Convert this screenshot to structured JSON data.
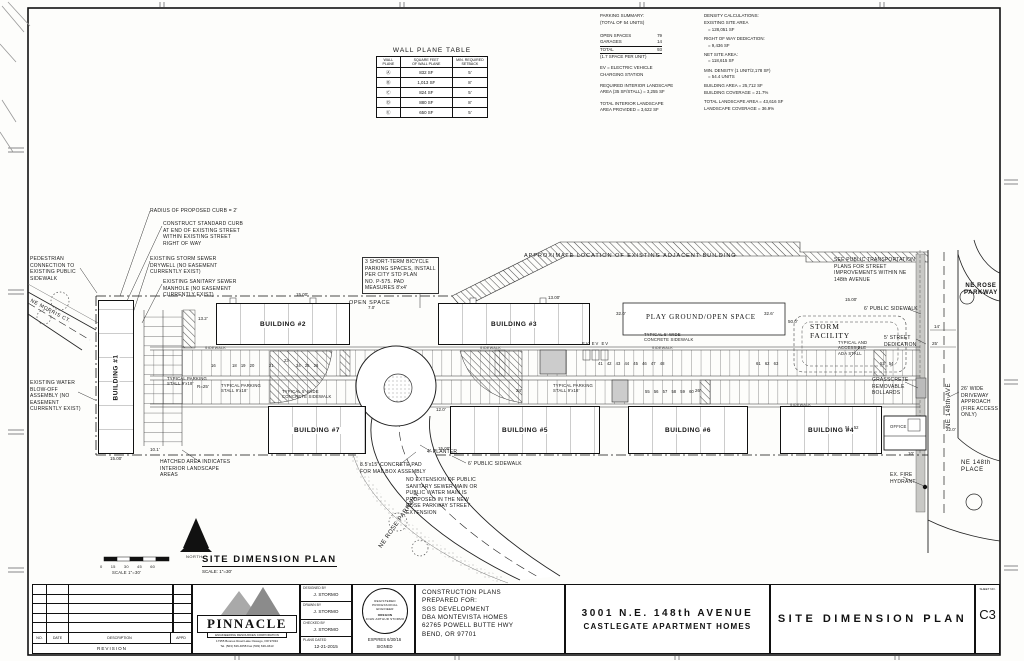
{
  "sheet": {
    "sheet_no_label": "SHEET NO.",
    "sheet_no": "C3"
  },
  "wall_table": {
    "title": "WALL PLANE TABLE",
    "col1": "WALL\nPLANE",
    "col2": "SQUARE FEET\nOF WALL PLANE",
    "col3": "MIN. REQUIRED\nSETBACK",
    "rows": [
      [
        "Ⓐ",
        "832 SF",
        "5'"
      ],
      [
        "Ⓑ",
        "1,013 SF",
        "8'"
      ],
      [
        "Ⓒ",
        "824 SF",
        "5'"
      ],
      [
        "Ⓓ",
        "880 SF",
        "8'"
      ],
      [
        "Ⓔ",
        "650 SF",
        "5'"
      ]
    ]
  },
  "parking": {
    "title": "PARKING SUMMARY:",
    "subtitle": "(TOTAL OF 54 UNITS)",
    "rows": [
      [
        "OPEN SPACES",
        "79"
      ],
      [
        "GARAGES",
        "14"
      ],
      [
        "TOTAL",
        "93"
      ]
    ],
    "per_unit": "(1.7 SPACE PER UNIT)",
    "ev": "EV = ELECTRIC VEHICLE\nCHARGING STATION",
    "required": "REQUIRED INTERIOR LANDSCAPE\nAREA (35 SF/STALL) = 3,255 SF",
    "provided": "TOTAL INTERIOR LANDSCAPE\nAREA PROVIDED = 3,622 SF"
  },
  "density": {
    "title": "DENSITY CALCULATIONS:",
    "lines": [
      "EXISTING SITE AREA",
      "= 128,051 SF",
      "RIGHT OF WAY DEDICATION:",
      "= 9,436 SF",
      "NET SITE AREA:",
      "= 118,615 SF",
      "MIN. DENSITY (1 UNIT/2,178 SF)",
      "= 54.4 UNITS",
      "BUILDING AREA = 25,712 SF",
      "BUILDING COVERAGE = 21.7%",
      "TOTAL LANDSCAPE AREA = 43,616 SF",
      "LANDSCAPE COVERAGE = 36.9%"
    ]
  },
  "plan": {
    "buildings": [
      "BUILDING #1",
      "BUILDING #2",
      "BUILDING #3",
      "BUILDING #7",
      "BUILDING #5",
      "BUILDING #6",
      "BUILDING #4"
    ],
    "areas": {
      "open_space": "OPEN SPACE",
      "playground": "PLAY GROUND/OPEN SPACE",
      "storm": "STORM\nFACILITY"
    },
    "streets": {
      "rose_ne": "NE ROSE\nPARKWAY",
      "ave148": "NE 148th AVE",
      "place148": "NE 148th\nPLACE",
      "rose_curve": "NE ROSE PARKWAY",
      "morris": "NE MORRIS CT."
    },
    "sidewalk": "SIDEWALK",
    "callouts": [
      "RADIUS OF PROPOSED CURB = 2'",
      "CONSTRUCT STANDARD CURB\nAT END OF EXISTING STREET\nWITHIN EXISTING STREET\nRIGHT OF WAY",
      "EXISTING STORM SEWER\nDRYWELL (NO EASEMENT\nCURRENTLY EXIST)",
      "EXISTING SANITARY SEWER\nMANHOLE (NO EASEMENT\nCURRENTLY EXIST)",
      "PEDESTRIAN\nCONNECTION TO\nEXISTING PUBLIC\nSIDEWALK",
      "EXISTING WATER\nBLOW-OFF\nASSEMBLY (NO\nEASEMENT\nCURRENTLY EXIST)",
      "3 SHORT-TERM BICYCLE\nPARKING SPACES, INSTALL\nPER CITY STD PLAN\nNO. P-575.  PAD\nMEASURES 8'x4'",
      "APPROXIMATE LOCATION OF EXISTING ADJACENT BUILDING",
      "SEE PUBLIC TRANSPORTATION\nPLANS FOR STREET\nIMPROVEMENTS WITHIN NE\n148th AVENUE",
      "6' PUBLIC SIDEWALK",
      "5' STREET\nDEDICATION",
      "26' WIDE\nDRIVEWAY\nAPPROACH\n(FIRE ACCESS\nONLY)",
      "GRASSCRETE\nREMOVABLE\nBOLLARDS",
      "EX. FIRE\nHYDRANT",
      "TYPICAL PARKING\nSTALL 9'x18'",
      "TYPICAL PARKING\nSTALL 9'x18'",
      "TYPICAL 5' WIDE\nCONCRETE SIDEWALK",
      "TYPICAL AND\nACCESSIBLE\nADA STALL",
      "8.5'x15' CONCRETE PAD\nFOR MAILBOX ASSEMBLY",
      "NO EXTENSION OF PUBLIC\nSANITARY SEWER MAIN OR\nPUBLIC WATER MAIN IS\nPROPOSED IN THE NEW\nROSE PARKWAY STREET\nEXTENSION",
      "HATCHED AREA INDICATES\nINTERIOR LANDSCAPE\nAREAS",
      "6' PUBLIC SIDEWALK",
      "4' PLANTER",
      "OFFICE",
      "EV EV EV",
      "TYPICAL PARKING\nSTALL 9'x18'",
      "TYPICAL 5' WIDE\nCONCRETE SIDEWALK"
    ],
    "dims": [
      "15.00'",
      "13.00'",
      "15.00'",
      "32.0'",
      "32.6'",
      "50.0'",
      "13.2'",
      "12.0'",
      "R=25'",
      "24'",
      "26'",
      "14'",
      "25'",
      "22.0'",
      "15.00'",
      "10.1'",
      "15.00'",
      "10'",
      "7.0'"
    ],
    "stalls": [
      "16",
      "18 19 20",
      "21",
      "23",
      "24 25 26",
      "41 42 43 44 45 46 47 48",
      "55 56 57 58 59 60",
      "61 62 63",
      "51 52",
      "53 54"
    ]
  },
  "northblock": {
    "north": "NORTH",
    "scale": "SCALE 1\"=30'",
    "ticks": "0   15   30   45   60"
  },
  "plantitle": {
    "title": "SITE DIMENSION PLAN",
    "scale": "SCALE:  1\"=30'"
  },
  "titleblock": {
    "revision": {
      "no": "NO.",
      "date": "DATE",
      "desc": "DESCRIPTION",
      "appd": "APPD",
      "title": "REVISION"
    },
    "logo": {
      "name": "PINNACLE",
      "banner": "ENGINEERING RESOURCES CORPORATION",
      "addr1": "17355 Boones Road          Lake Oswego, OR  97034",
      "addr2": "Tel. (503) 636-4658          Fax (503) 636-4613"
    },
    "by": [
      [
        "DESIGNED BY",
        "J. STORMO"
      ],
      [
        "DRAWN BY",
        "J. STORMO"
      ],
      [
        "CHECKED BY",
        "J. STORMO"
      ],
      [
        "PLANS DATED",
        "12-21-2015"
      ]
    ],
    "stamp": {
      "l1": "REGISTERED PROFESSIONAL",
      "l2": "ENGINEER",
      "l3": "OREGON",
      "l4": "JOHN ARTHUR STORMO",
      "expires": "EXPIRES 6/30/16",
      "signed": "SIGNED"
    },
    "prepared": [
      "CONSTRUCTION PLANS",
      "PREPARED FOR:",
      "SGS DEVELOPMENT",
      "DBA MONTEVISTA HOMES",
      "62765 POWELL BUTTE HWY",
      "BEND, OR  97701"
    ],
    "project": [
      "3001 N.E. 148th AVENUE",
      "CASTLEGATE APARTMENT HOMES"
    ],
    "sheet_title": "SITE DIMENSION PLAN"
  }
}
